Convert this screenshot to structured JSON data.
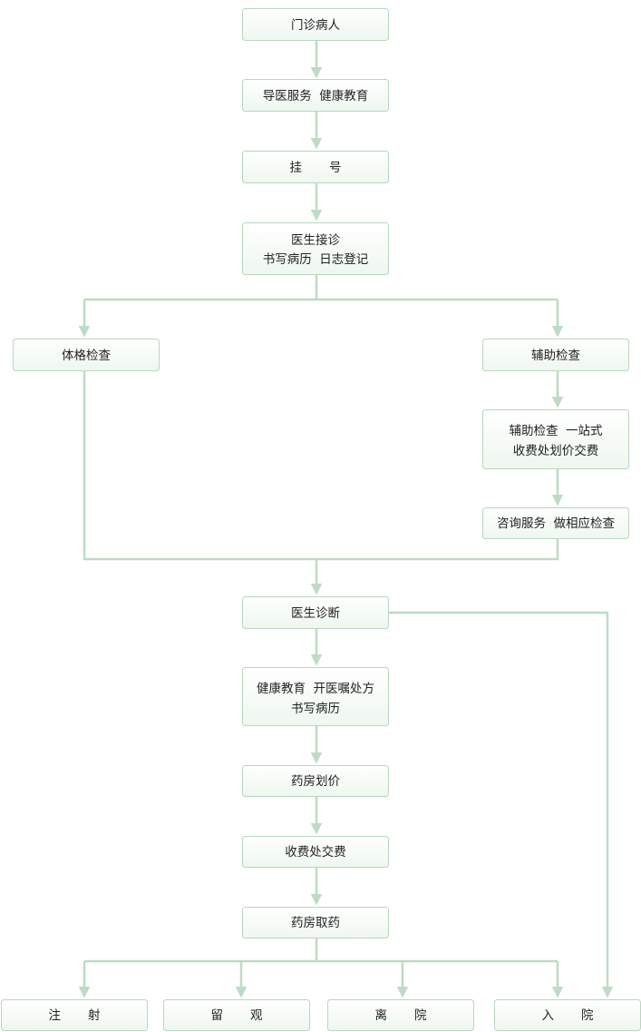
{
  "nodes": {
    "outpatient": "门诊病人",
    "guidance": "导医服务  健康教育",
    "registration": "挂       号",
    "consult_1": "医生接诊",
    "consult_2": "书写病历  日志登记",
    "physical_exam": "体格检查",
    "aux_exam": "辅助检查",
    "aux_onestop_1": "辅助检查  一站式",
    "aux_onestop_2": "收费处划价交费",
    "consult_service": "咨询服务  做相应检查",
    "diagnosis": "医生诊断",
    "education_1": "健康教育  开医嘱处方",
    "education_2": "书写病历",
    "pharmacy_price": "药房划价",
    "payment": "收费处交费",
    "pharmacy_pickup": "药房取药",
    "injection": "注       射",
    "observation": "留       观",
    "discharge": "离       院",
    "admission": "入       院"
  }
}
